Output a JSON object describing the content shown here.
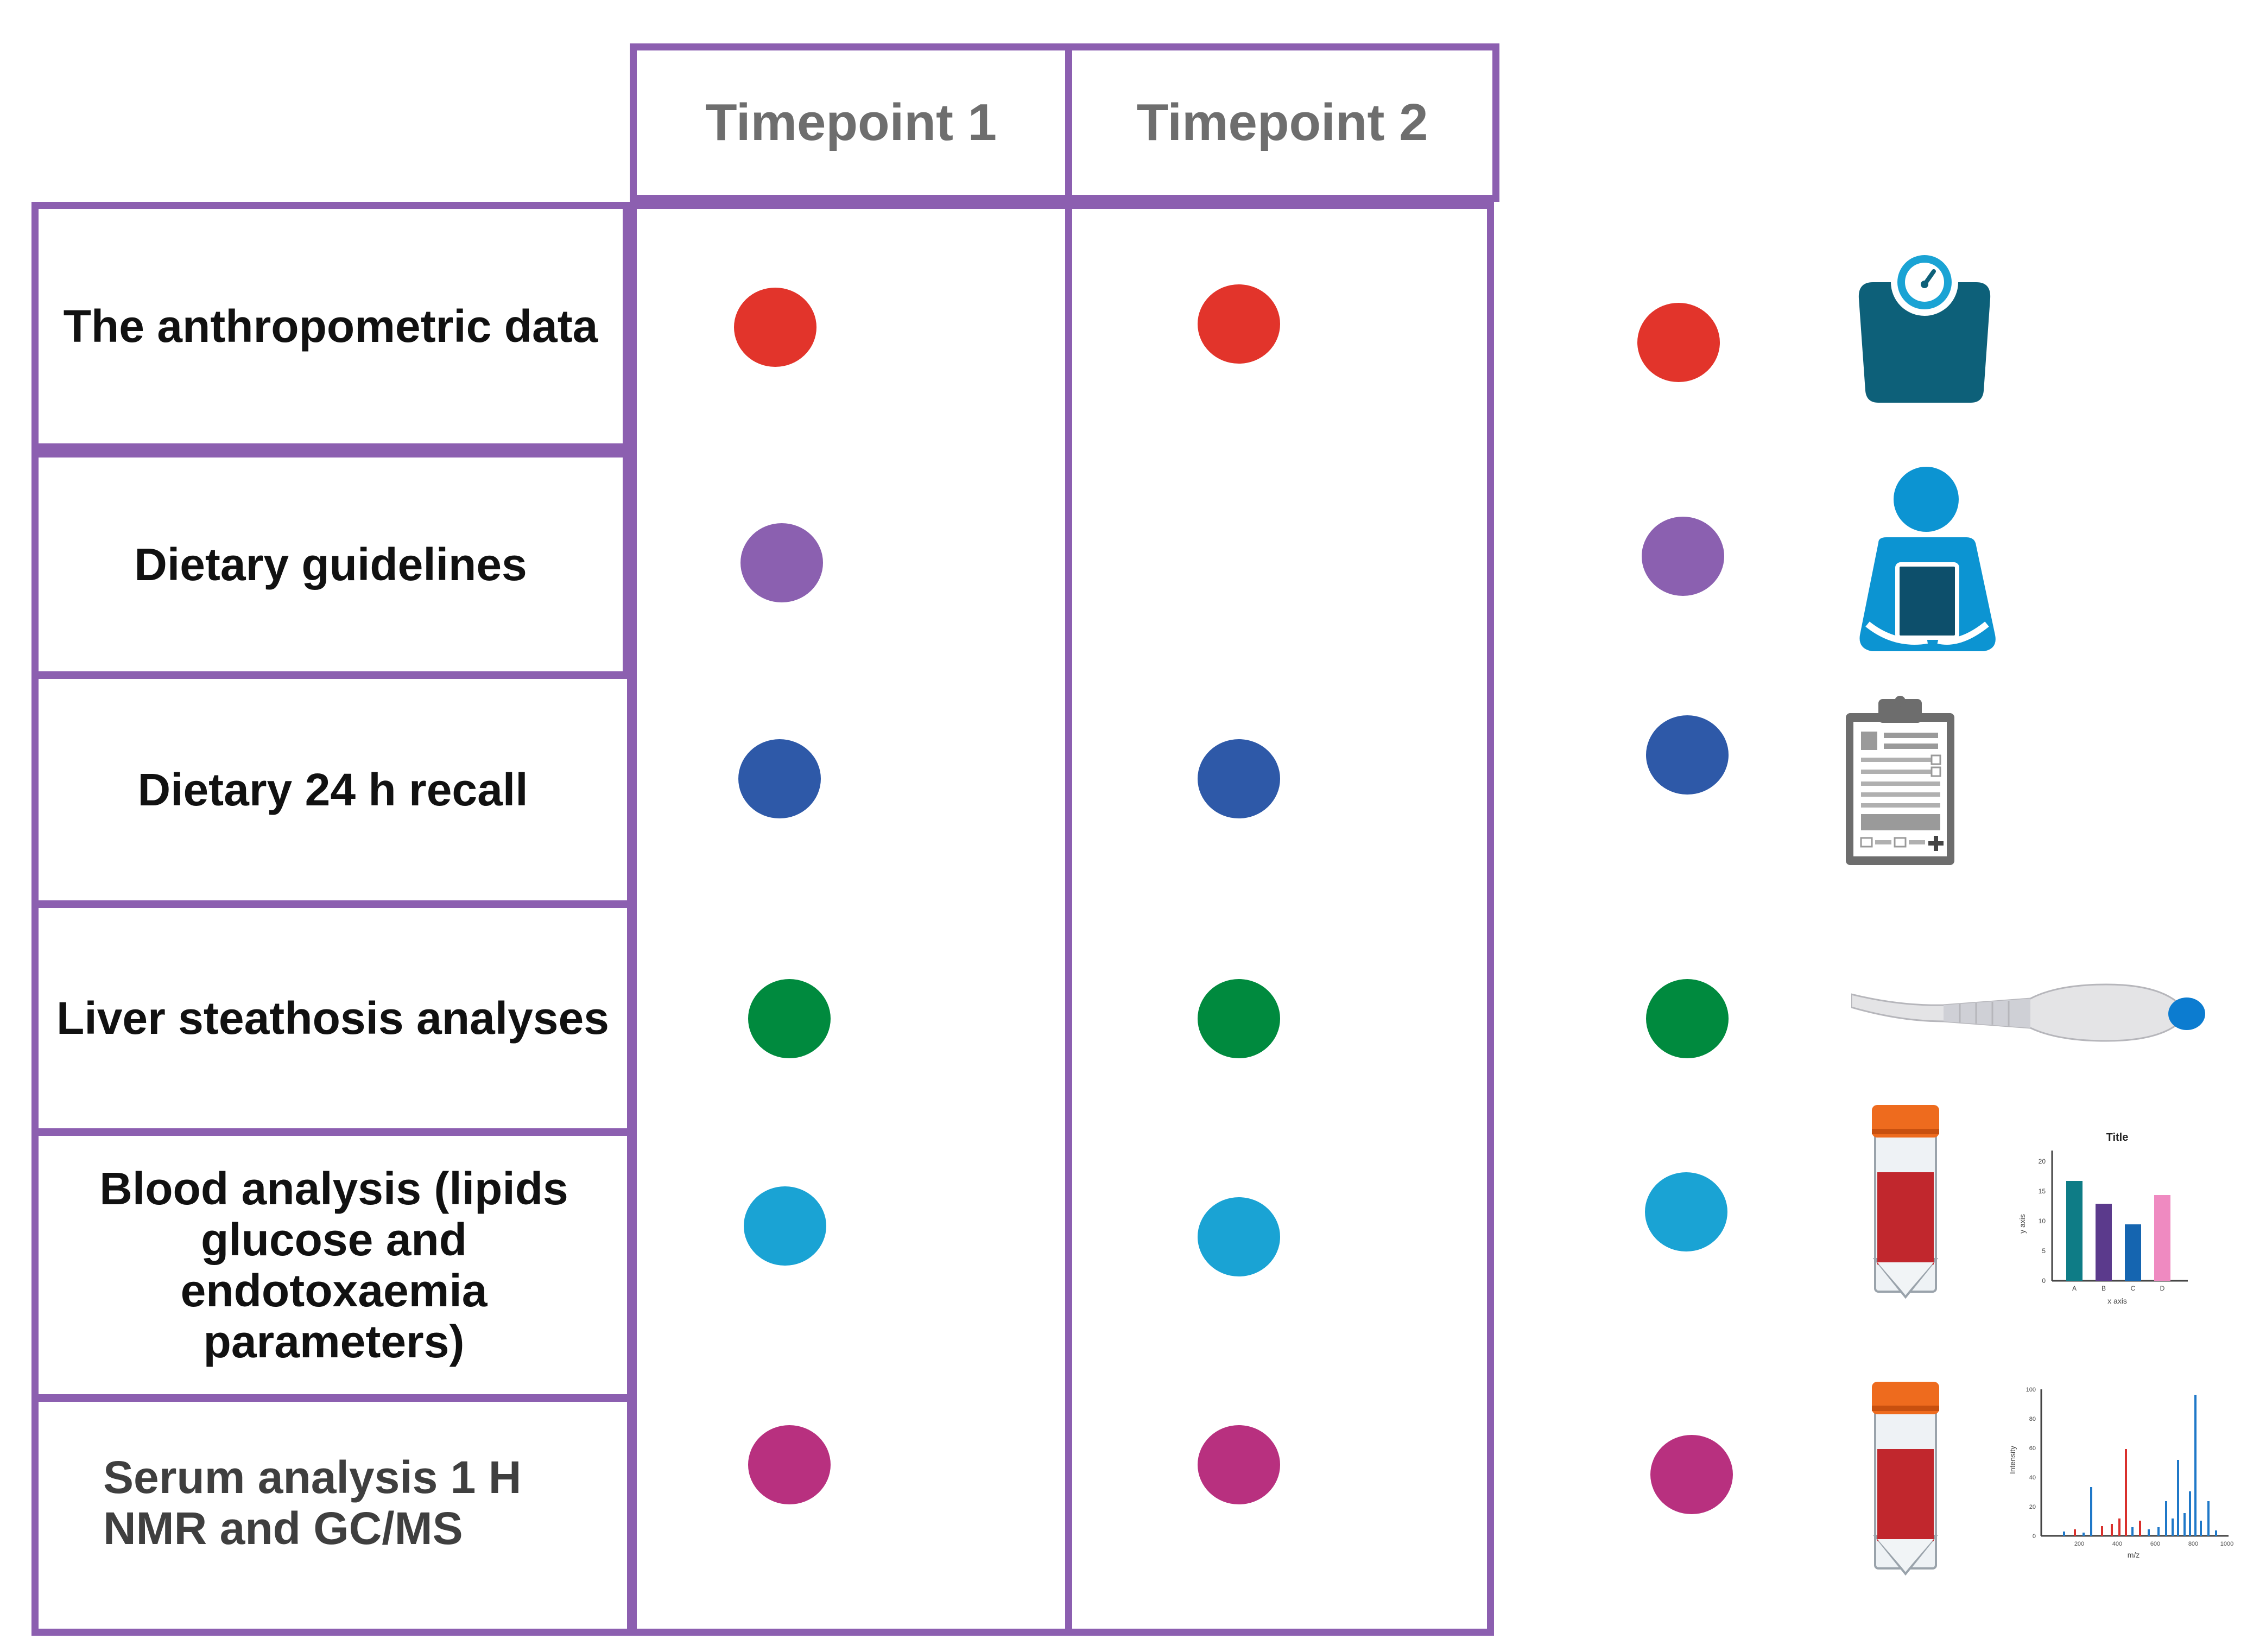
{
  "columns": [
    {
      "label": "Timepoint 1"
    },
    {
      "label": "Timepoint 2"
    }
  ],
  "rows": [
    {
      "label": "The anthropometric data",
      "color": "#e2342b"
    },
    {
      "label": "Dietary guidelines",
      "color": "#8b60b0"
    },
    {
      "label": "Dietary 24 h  recall",
      "color": "#2e59a8"
    },
    {
      "label": "Liver steathosis analyses",
      "color": "#008a3e"
    },
    {
      "label": "Blood analysis (lipids glucose and endotoxaemia parameters)",
      "color": "#1aa3d4"
    },
    {
      "label": "Serum analysis 1 H NMR and GC/MS",
      "color": "#b8307f"
    }
  ],
  "icons": [
    "weighing-scale-icon",
    "dietitian-with-clipboard-icon",
    "medical-form-icon",
    "ultrasound-probe-icon",
    "blood-tube-icon",
    "bar-chart-icon",
    "blood-tube-icon",
    "mass-spectrum-icon"
  ],
  "bar_chart_icon": {
    "title": "Title",
    "xlabel": "x axis",
    "ylabel": "y axis",
    "categories": [
      "A",
      "B",
      "C",
      "D"
    ],
    "yticks": [
      "0",
      "5",
      "10",
      "15",
      "20"
    ],
    "colors": [
      "#0e7c86",
      "#5b3a8c",
      "#1565b0",
      "#ef8ac1"
    ]
  },
  "spectrum_icon": {
    "xlabel": "m/z",
    "ylabel": "Intensity",
    "xticks": [
      "200",
      "400",
      "600",
      "800",
      "1000"
    ],
    "yticks": [
      "0",
      "20",
      "40",
      "60",
      "80",
      "100"
    ]
  },
  "colors": {
    "border": "#8c5fb0"
  }
}
